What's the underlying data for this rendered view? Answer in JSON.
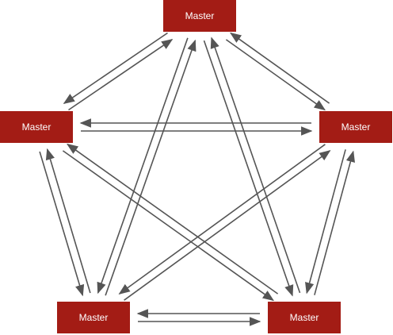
{
  "nodes": [
    {
      "id": "top",
      "label": "Master"
    },
    {
      "id": "left",
      "label": "Master"
    },
    {
      "id": "right",
      "label": "Master"
    },
    {
      "id": "bottom_left",
      "label": "Master"
    },
    {
      "id": "bottom_right",
      "label": "Master"
    }
  ],
  "edges": [
    {
      "from": "top",
      "to": "left"
    },
    {
      "from": "left",
      "to": "top"
    },
    {
      "from": "top",
      "to": "right"
    },
    {
      "from": "right",
      "to": "top"
    },
    {
      "from": "top",
      "to": "bottom_left"
    },
    {
      "from": "bottom_left",
      "to": "top"
    },
    {
      "from": "top",
      "to": "bottom_right"
    },
    {
      "from": "bottom_right",
      "to": "top"
    },
    {
      "from": "left",
      "to": "right"
    },
    {
      "from": "right",
      "to": "left"
    },
    {
      "from": "left",
      "to": "bottom_left"
    },
    {
      "from": "bottom_left",
      "to": "left"
    },
    {
      "from": "left",
      "to": "bottom_right"
    },
    {
      "from": "bottom_right",
      "to": "left"
    },
    {
      "from": "right",
      "to": "bottom_left"
    },
    {
      "from": "bottom_left",
      "to": "right"
    },
    {
      "from": "right",
      "to": "bottom_right"
    },
    {
      "from": "bottom_right",
      "to": "right"
    },
    {
      "from": "bottom_left",
      "to": "bottom_right"
    },
    {
      "from": "bottom_right",
      "to": "bottom_left"
    }
  ],
  "colors": {
    "node_fill": "#a31c15",
    "node_text": "#ffffff",
    "arrow": "#555555"
  }
}
